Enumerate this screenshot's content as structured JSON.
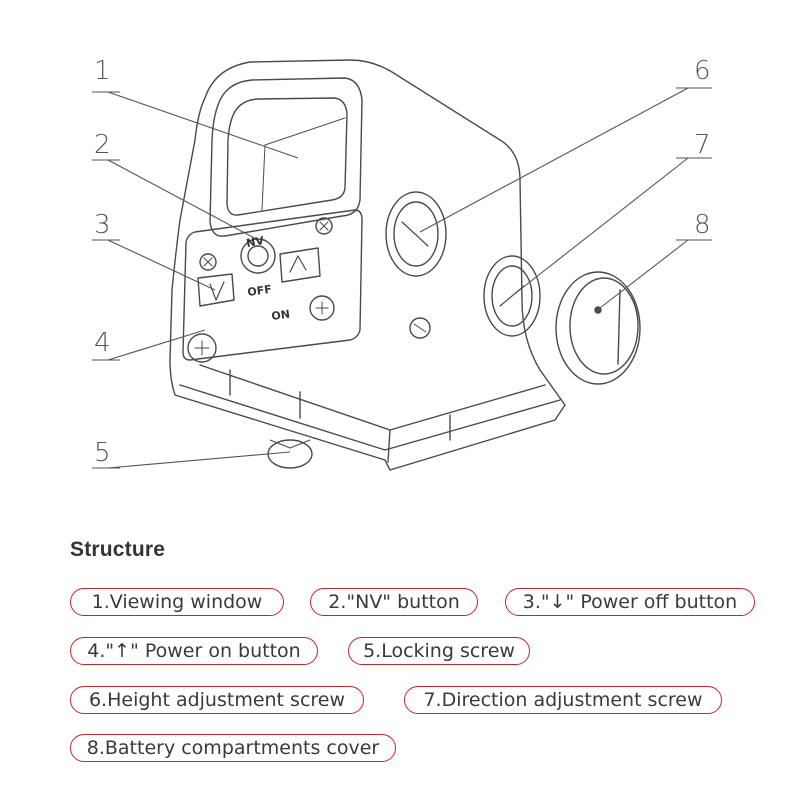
{
  "callouts": [
    "1",
    "2",
    "3",
    "4",
    "5",
    "6",
    "7",
    "8"
  ],
  "knob_labels": {
    "nv": "NV",
    "off": "OFF",
    "on": "ON"
  },
  "structure": {
    "title": "Structure",
    "items": [
      "1.Viewing window",
      "2.\"NV\" button",
      "3.\"↓\" Power off button",
      "4.\"↑\" Power on button",
      "5.Locking screw",
      "6.Height adjustment screw",
      "7.Direction adjustment screw",
      "8.Battery compartments cover"
    ]
  },
  "colors": {
    "line": "#4a4a4a",
    "accent": "#c0262d",
    "text": "#3a3a3a"
  }
}
